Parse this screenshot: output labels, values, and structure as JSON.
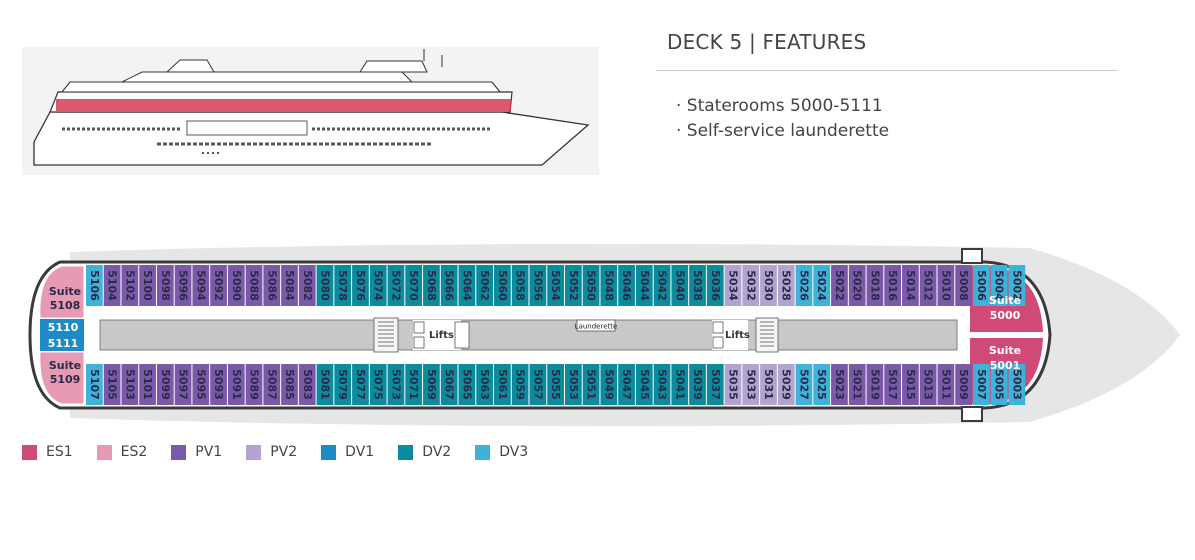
{
  "header": {
    "title": "DECK 5 | FEATURES",
    "features": [
      "· Staterooms 5000-5111",
      "· Self-service launderette"
    ]
  },
  "colors": {
    "ES1": "#d04a78",
    "ES2": "#e69ab3",
    "PV1": "#7a5aa8",
    "PV2": "#b2a3cf",
    "DV1": "#1d8bc5",
    "DV2": "#0a8c9c",
    "DV3": "#3fb2d9",
    "corridor": "#c8c8c8",
    "hull": "#e6e6e6",
    "outline": "#3a3a3a"
  },
  "plan": {
    "top_row": [
      {
        "n": "5106",
        "c": "DV3"
      },
      {
        "n": "5104",
        "c": "PV1"
      },
      {
        "n": "5102",
        "c": "PV1"
      },
      {
        "n": "5100",
        "c": "PV1"
      },
      {
        "n": "5098",
        "c": "PV1"
      },
      {
        "n": "5096",
        "c": "PV1"
      },
      {
        "n": "5094",
        "c": "PV1"
      },
      {
        "n": "5092",
        "c": "PV1"
      },
      {
        "n": "5090",
        "c": "PV1"
      },
      {
        "n": "5088",
        "c": "PV1"
      },
      {
        "n": "5086",
        "c": "PV1"
      },
      {
        "n": "5084",
        "c": "PV1"
      },
      {
        "n": "5082",
        "c": "PV1"
      },
      {
        "n": "5080",
        "c": "DV2"
      },
      {
        "n": "5078",
        "c": "DV2"
      },
      {
        "n": "5076",
        "c": "DV2"
      },
      {
        "n": "5074",
        "c": "DV2"
      },
      {
        "n": "5072",
        "c": "DV2"
      },
      {
        "n": "5070",
        "c": "DV2"
      },
      {
        "n": "5068",
        "c": "DV2"
      },
      {
        "n": "5066",
        "c": "DV2"
      },
      {
        "n": "5064",
        "c": "DV2"
      },
      {
        "n": "5062",
        "c": "DV2"
      },
      {
        "n": "5060",
        "c": "DV2"
      },
      {
        "n": "5058",
        "c": "DV2"
      },
      {
        "n": "5056",
        "c": "DV2"
      },
      {
        "n": "5054",
        "c": "DV2"
      },
      {
        "n": "5052",
        "c": "DV2"
      },
      {
        "n": "5050",
        "c": "DV2"
      },
      {
        "n": "5048",
        "c": "DV2"
      },
      {
        "n": "5046",
        "c": "DV2"
      },
      {
        "n": "5044",
        "c": "DV2"
      },
      {
        "n": "5042",
        "c": "DV2"
      },
      {
        "n": "5040",
        "c": "DV2"
      },
      {
        "n": "5038",
        "c": "DV2"
      },
      {
        "n": "5036",
        "c": "DV2"
      },
      {
        "n": "5034",
        "c": "PV2"
      },
      {
        "n": "5032",
        "c": "PV2"
      },
      {
        "n": "5030",
        "c": "PV2"
      },
      {
        "n": "5028",
        "c": "PV2"
      },
      {
        "n": "5026",
        "c": "DV3"
      },
      {
        "n": "5024",
        "c": "DV3"
      },
      {
        "n": "5022",
        "c": "PV1"
      },
      {
        "n": "5020",
        "c": "PV1"
      },
      {
        "n": "5018",
        "c": "PV1"
      },
      {
        "n": "5016",
        "c": "PV1"
      },
      {
        "n": "5014",
        "c": "PV1"
      },
      {
        "n": "5012",
        "c": "PV1"
      },
      {
        "n": "5010",
        "c": "PV1"
      },
      {
        "n": "5008",
        "c": "PV1"
      },
      {
        "n": "5006",
        "c": "DV3"
      },
      {
        "n": "5004",
        "c": "DV3"
      },
      {
        "n": "5002",
        "c": "DV3"
      }
    ],
    "bottom_row": [
      {
        "n": "5107",
        "c": "DV3"
      },
      {
        "n": "5105",
        "c": "PV1"
      },
      {
        "n": "5103",
        "c": "PV1"
      },
      {
        "n": "5101",
        "c": "PV1"
      },
      {
        "n": "5099",
        "c": "PV1"
      },
      {
        "n": "5097",
        "c": "PV1"
      },
      {
        "n": "5095",
        "c": "PV1"
      },
      {
        "n": "5093",
        "c": "PV1"
      },
      {
        "n": "5091",
        "c": "PV1"
      },
      {
        "n": "5089",
        "c": "PV1"
      },
      {
        "n": "5087",
        "c": "PV1"
      },
      {
        "n": "5085",
        "c": "PV1"
      },
      {
        "n": "5083",
        "c": "PV1"
      },
      {
        "n": "5081",
        "c": "DV2"
      },
      {
        "n": "5079",
        "c": "DV2"
      },
      {
        "n": "5077",
        "c": "DV2"
      },
      {
        "n": "5075",
        "c": "DV2"
      },
      {
        "n": "5073",
        "c": "DV2"
      },
      {
        "n": "5071",
        "c": "DV2"
      },
      {
        "n": "5069",
        "c": "DV2"
      },
      {
        "n": "5067",
        "c": "DV2"
      },
      {
        "n": "5065",
        "c": "DV2"
      },
      {
        "n": "5063",
        "c": "DV2"
      },
      {
        "n": "5061",
        "c": "DV2"
      },
      {
        "n": "5059",
        "c": "DV2"
      },
      {
        "n": "5057",
        "c": "DV2"
      },
      {
        "n": "5055",
        "c": "DV2"
      },
      {
        "n": "5053",
        "c": "DV2"
      },
      {
        "n": "5051",
        "c": "DV2"
      },
      {
        "n": "5049",
        "c": "DV2"
      },
      {
        "n": "5047",
        "c": "DV2"
      },
      {
        "n": "5045",
        "c": "DV2"
      },
      {
        "n": "5043",
        "c": "DV2"
      },
      {
        "n": "5041",
        "c": "DV2"
      },
      {
        "n": "5039",
        "c": "DV2"
      },
      {
        "n": "5037",
        "c": "DV2"
      },
      {
        "n": "5035",
        "c": "PV2"
      },
      {
        "n": "5033",
        "c": "PV2"
      },
      {
        "n": "5031",
        "c": "PV2"
      },
      {
        "n": "5029",
        "c": "PV2"
      },
      {
        "n": "5027",
        "c": "DV3"
      },
      {
        "n": "5025",
        "c": "DV3"
      },
      {
        "n": "5023",
        "c": "PV1"
      },
      {
        "n": "5021",
        "c": "PV1"
      },
      {
        "n": "5019",
        "c": "PV1"
      },
      {
        "n": "5017",
        "c": "PV1"
      },
      {
        "n": "5015",
        "c": "PV1"
      },
      {
        "n": "5013",
        "c": "PV1"
      },
      {
        "n": "5011",
        "c": "PV1"
      },
      {
        "n": "5009",
        "c": "PV1"
      },
      {
        "n": "5007",
        "c": "DV3"
      },
      {
        "n": "5005",
        "c": "DV3"
      },
      {
        "n": "5003",
        "c": "DV3"
      }
    ],
    "suites": {
      "s5108": [
        "Suite",
        "5108"
      ],
      "s5109": [
        "Suite",
        "5109"
      ],
      "s5000": [
        "Suite",
        "5000"
      ],
      "s5001": [
        "Suite",
        "5001"
      ]
    },
    "mid_cabins": [
      "5110",
      "5111"
    ],
    "lifts_label": "Lifts",
    "launderette_label": "Launderette"
  },
  "legend": [
    {
      "key": "ES1",
      "label": "ES1"
    },
    {
      "key": "ES2",
      "label": "ES2"
    },
    {
      "key": "PV1",
      "label": "PV1"
    },
    {
      "key": "PV2",
      "label": "PV2"
    },
    {
      "key": "DV1",
      "label": "DV1"
    },
    {
      "key": "DV2",
      "label": "DV2"
    },
    {
      "key": "DV3",
      "label": "DV3"
    }
  ]
}
